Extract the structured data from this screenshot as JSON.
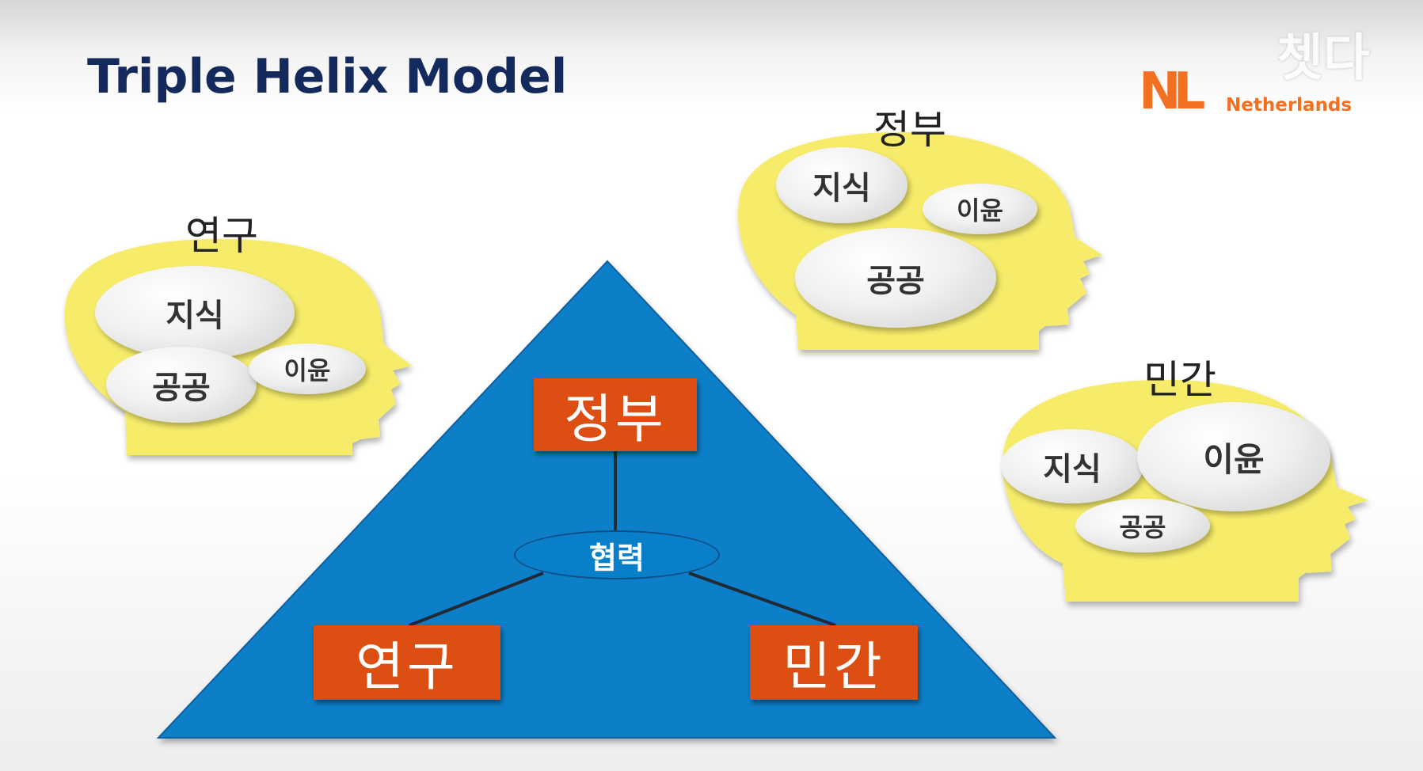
{
  "header": {
    "title": "Triple Helix Model",
    "logo_mark": "NL",
    "logo_text": "Netherlands",
    "watermark": "쳇다"
  },
  "colors": {
    "title": "#152a5c",
    "logo": "#f36f21",
    "triangle": "#0a7fc9",
    "box": "#dc4e12",
    "head": "#f6ec6b"
  },
  "triangle": {
    "top_box": "정부",
    "left_box": "연구",
    "right_box": "민간",
    "center": "협력"
  },
  "heads": [
    {
      "label": "연구",
      "bubbles": [
        "지식",
        "공공",
        "이윤"
      ]
    },
    {
      "label": "정부",
      "bubbles": [
        "지식",
        "이윤",
        "공공"
      ]
    },
    {
      "label": "민간",
      "bubbles": [
        "지식",
        "이윤",
        "공공"
      ]
    }
  ]
}
